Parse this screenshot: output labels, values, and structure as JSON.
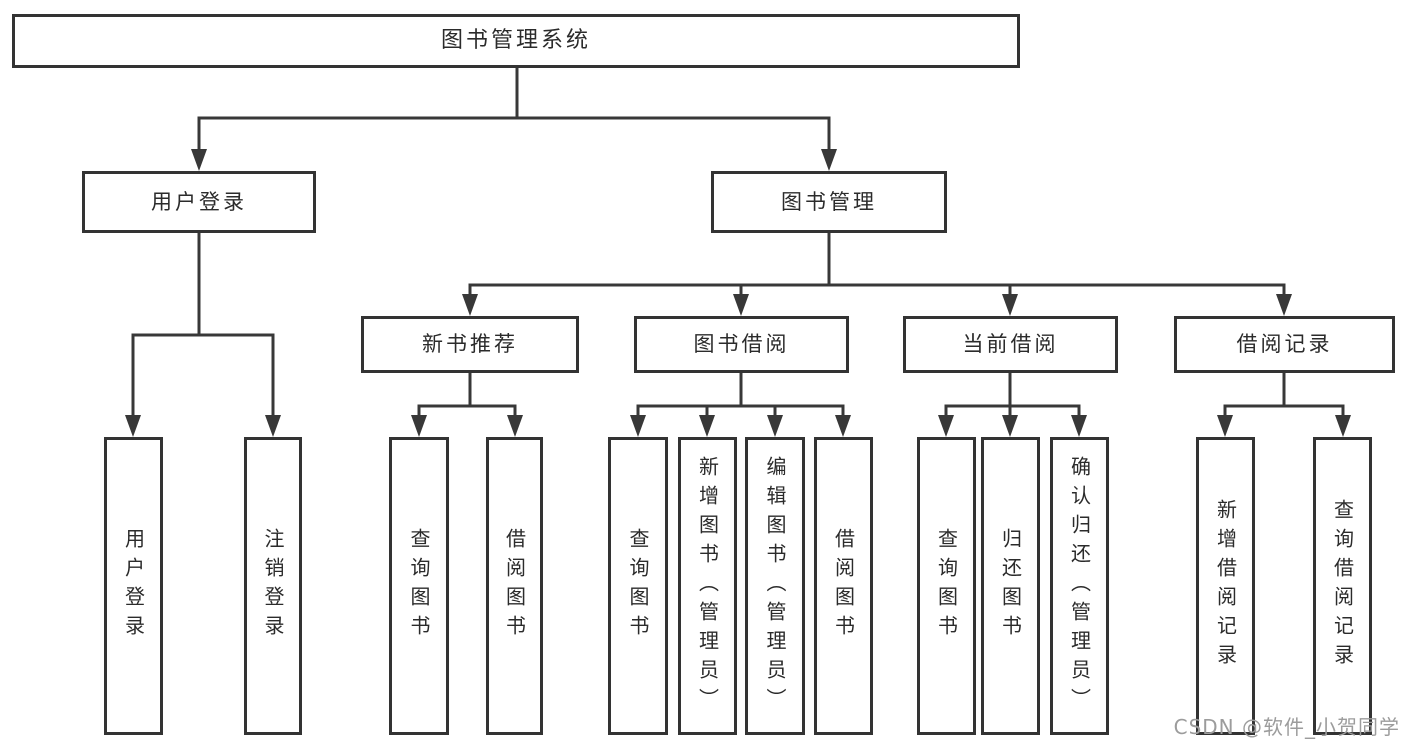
{
  "diagram": {
    "title": "图书管理系统",
    "tree": {
      "label": "图书管理系统",
      "children": [
        {
          "label": "用户登录",
          "children": [
            {
              "label": "用户登录"
            },
            {
              "label": "注销登录"
            }
          ]
        },
        {
          "label": "图书管理",
          "children": [
            {
              "label": "新书推荐",
              "children": [
                {
                  "label": "查询图书"
                },
                {
                  "label": "借阅图书"
                }
              ]
            },
            {
              "label": "图书借阅",
              "children": [
                {
                  "label": "查询图书"
                },
                {
                  "label": "新增图书（管理员）"
                },
                {
                  "label": "编辑图书（管理员）"
                },
                {
                  "label": "借阅图书"
                }
              ]
            },
            {
              "label": "当前借阅",
              "children": [
                {
                  "label": "查询图书"
                },
                {
                  "label": "归还图书"
                },
                {
                  "label": "确认归还（管理员）"
                }
              ]
            },
            {
              "label": "借阅记录",
              "children": [
                {
                  "label": "新增借阅记录"
                },
                {
                  "label": "查询借阅记录"
                }
              ]
            }
          ]
        }
      ]
    }
  },
  "watermark": "CSDN @软件_小贺同学",
  "colors": {
    "line": "#383838",
    "box_border": "#333333",
    "text": "#2b2b2b",
    "watermark": "#9c9c9c",
    "background": "#ffffff"
  }
}
